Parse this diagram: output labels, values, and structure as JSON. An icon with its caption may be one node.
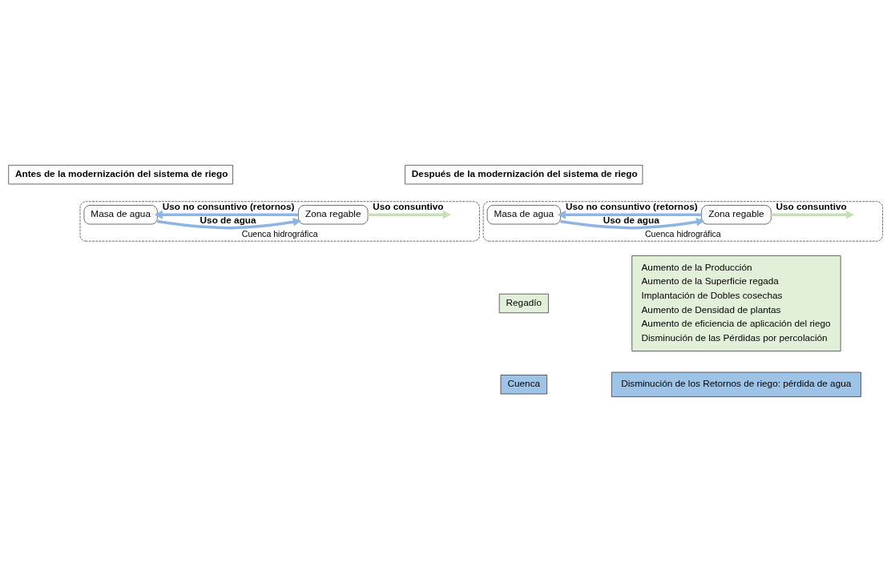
{
  "diagram": {
    "nodes": [
      {
        "text": [
          "Antes de la modernización del sistema de riego"
        ]
      },
      {
        "text": [
          "Cuenca hidrográfica"
        ]
      },
      {
        "text": [
          "Masa de agua"
        ],
        "in": 1
      },
      {
        "text": [
          "Zona regable"
        ],
        "in": 1
      },
      {
        "text": [
          "Después de la modernización del sistema de riego"
        ]
      },
      {
        "text": [
          "Cuenca hidrográfica"
        ]
      },
      {
        "text": [
          "Masa de agua"
        ],
        "in": 5
      },
      {
        "text": [
          "Zona regable"
        ],
        "in": 5
      },
      {
        "text": [
          "Regadío"
        ]
      },
      {
        "text": [
          "Aumento de la Producción",
          "Aumento de la Superficie regada",
          "Implantación de Dobles cosechas",
          "Aumento de Densidad de plantas",
          "Aumento de eficiencia de aplicación del riego",
          "Disminución de las Pérdidas por percolación"
        ]
      },
      {
        "text": [
          "Cuenca"
        ]
      },
      {
        "text": [
          "Disminución de los Retornos de riego: pérdida de agua"
        ]
      }
    ],
    "edges": [
      {
        "from": 2,
        "to": 3,
        "arrow": "to",
        "label": "Uso de agua"
      },
      {
        "from": 3,
        "to": null,
        "arrow": "to",
        "label": "Uso consuntivo",
        "color": "#c5e0b4"
      },
      {
        "from": 3,
        "to": 2,
        "arrow": "to",
        "label": "Uso no consuntivo (retornos)"
      },
      {
        "from": 6,
        "to": 7,
        "arrow": "to",
        "label": "Uso de agua"
      },
      {
        "from": 7,
        "to": null,
        "arrow": "to",
        "label": "Uso consuntivo",
        "color": "#c5e0b4"
      },
      {
        "from": 7,
        "to": 6,
        "arrow": "to",
        "label": "Uso no consuntivo (retornos)"
      }
    ]
  }
}
